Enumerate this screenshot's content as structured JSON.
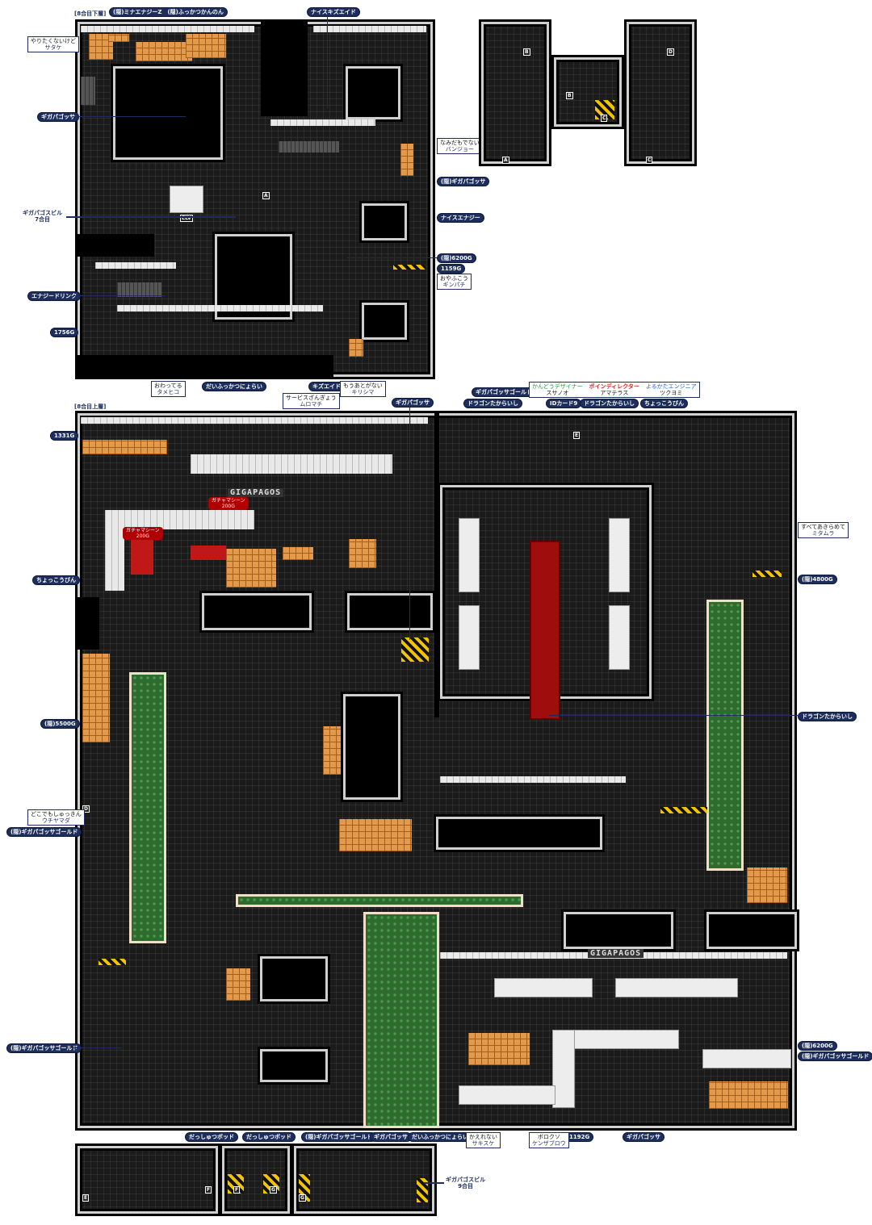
{
  "sections": {
    "lower": "[8合目下層]",
    "upper": "[8合目上層]"
  },
  "exits": {
    "to_7f": [
      "ギガパゴスビル",
      "7合目"
    ],
    "to_9f": [
      "ギガパゴスビル",
      "9合目"
    ]
  },
  "logo": "GIGAPAGOS",
  "gacha": {
    "name": "ガチャマシーン",
    "price": "200G"
  },
  "markers": {
    "a": "A",
    "b": "B",
    "c": "C",
    "d": "D",
    "e": "E",
    "f": "F",
    "g": "G",
    "elv": "ELV"
  },
  "items_lower": [
    "(隠)ミナエナジーZ　(隠)ふっかつかんのん",
    "ナイスキズエイド",
    "ギガパゴッサ",
    "(隠)ギガパゴッサ",
    "ナイスエナジー",
    "(隠)6200G",
    "1159G",
    "エナジードリンク",
    "1756G",
    "だいふっかつにょらい",
    "キズエイド"
  ],
  "npcs_lower": [
    {
      "title": "やりたくないけど",
      "name": "サタケ"
    },
    {
      "title": "なみだもでない",
      "name": "バンジョー"
    },
    {
      "title": "おやふこう",
      "name": "ギンパチ"
    },
    {
      "title": "おわってる",
      "name": "タメヒコ"
    },
    {
      "title": "もうあとがない",
      "name": "キリシマ"
    }
  ],
  "items_upper": [
    "ギガパゴッサ",
    "ギガパゴッサゴールド",
    "ドラゴンたからいし",
    "IDカード9",
    "ドラゴンたからいし",
    "ちょっこうびん",
    "1331G",
    "ちょっこうびん",
    "(隠)4800G",
    "ドラゴンたからいし",
    "(隠)5500G",
    "(隠)ギガパゴッサゴールド",
    "(隠)ギガパゴッサゴールド",
    "(隠)6200G",
    "(隠)ギガパゴッサゴールド",
    "だっしゅつポッド",
    "だっしゅつポッド",
    "(隠)ギガパゴッサゴールド",
    "ギガパゴッサ",
    "だいふっかつにょらい",
    "1192G",
    "ギガパゴッサ"
  ],
  "npcs_upper": [
    {
      "title": "サービスざんぎょう",
      "name": "ムロマチ"
    },
    {
      "title": "すべてあきらめて",
      "name": "ミタムラ"
    },
    {
      "title": "どこでもしゅっきん",
      "name": "ウチヤマダ"
    },
    {
      "title": "かえれない",
      "name": "サキスケ"
    },
    {
      "title": "ボロクソ",
      "name": "ケンザブロウ"
    }
  ],
  "bosses": [
    {
      "title": "かんどうデザイナー",
      "name": "スサノオ",
      "color": "#1f9a3a"
    },
    {
      "title": "ポインディレクター",
      "name": "アマテラス",
      "color": "#e0201c"
    },
    {
      "title": "よるかたエンジニア",
      "name": "ツクヨミ",
      "color": "#2166c4"
    }
  ],
  "colors": {
    "label_bg": "#1d2d5c",
    "floor": "#1b1b1b",
    "box": "#e39a4a",
    "carpet": "#a00d0d",
    "plant": "#2f6b2f"
  }
}
